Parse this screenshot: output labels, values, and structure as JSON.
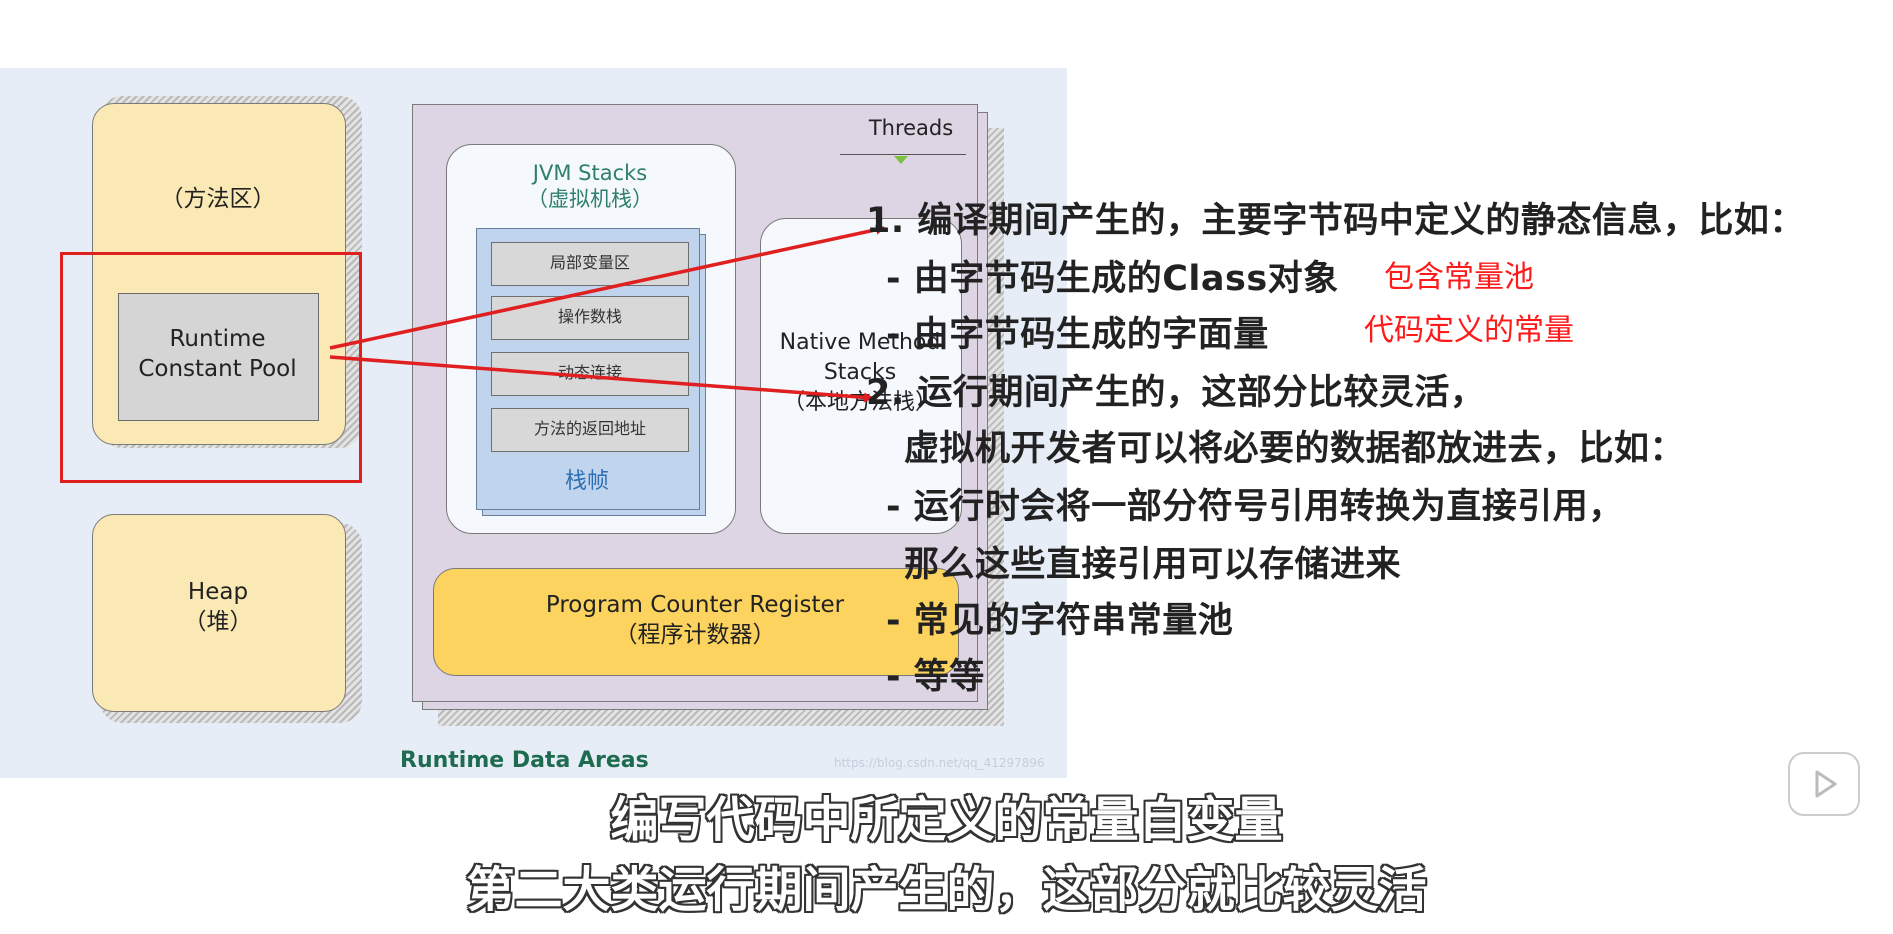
{
  "diagram": {
    "method_area_label": "（方法区）",
    "runtime_constant_pool_label": "Runtime\nConstant Pool",
    "heap_label": "Heap\n（堆）",
    "threads_label": "Threads",
    "jvm_stacks_title": "JVM Stacks",
    "jvm_stacks_subtitle": "（虚拟机栈）",
    "frame_rows": [
      "局部变量区",
      "操作数栈",
      "动态连接",
      "方法的返回地址"
    ],
    "frame_label": "栈帧",
    "native_stacks_label": "Native Method\nStacks\n（本地方法栈）",
    "pc_register_label": "Program Counter Register\n（程序计数器）",
    "runtime_data_areas_label": "Runtime Data Areas",
    "watermark": "https://blog.csdn.net/qq_41297896"
  },
  "notes": {
    "line1": "1. 编译期间产生的，主要字节码中定义的静态信息，比如：",
    "line2": "- 由字节码生成的Class对象",
    "line2_red": "包含常量池",
    "line3": "- 由字节码生成的字面量",
    "line3_red": "代码定义的常量",
    "line4": "2. 运行期间产生的，这部分比较灵活，",
    "line5": "虚拟机开发者可以将必要的数据都放进去，比如：",
    "line6": "- 运行时会将一部分符号引用转换为直接引用，",
    "line7": "那么这些直接引用可以存储进来",
    "line8": "- 常见的字符串常量池",
    "line9": "- 等等"
  },
  "subtitles": {
    "line1": "编写代码中所定义的常量自变量",
    "line2": "第二大类运行期间产生的，这部分就比较灵活"
  },
  "colors": {
    "annotation_red": "#ff1a1a",
    "highlight_box": "#e02020"
  },
  "icons": [
    "play-icon"
  ]
}
